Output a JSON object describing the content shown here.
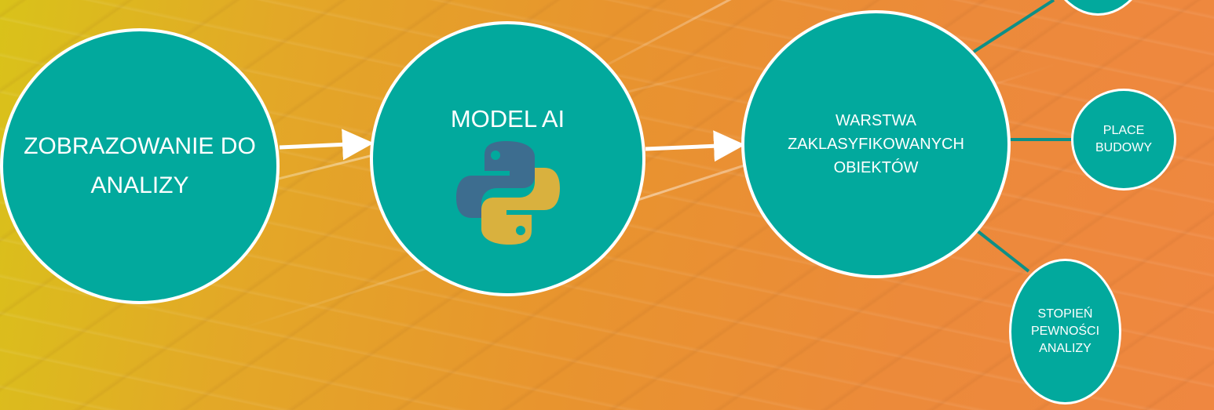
{
  "nodes": {
    "source": {
      "label": "ZOBRAZOWANIE DO ANALIZY"
    },
    "model": {
      "label": "MODEL AI",
      "icon": "python-logo-icon"
    },
    "layer": {
      "label": "WARSTWA ZAKLASYFIKOWANYCH OBIEKTÓW"
    },
    "top": {
      "label": ""
    },
    "construction": {
      "label": "PLACE BUDOWY"
    },
    "confidence": {
      "label": "STOPIEŃ PEWNOŚCI ANALIZY"
    }
  },
  "colors": {
    "node_fill": "#02a99d",
    "node_border": "#ffffff",
    "connector": "#0e8f86",
    "arrow": "#ffffff",
    "python_blue": "#3d6d8f",
    "python_yellow": "#d9b13e"
  }
}
